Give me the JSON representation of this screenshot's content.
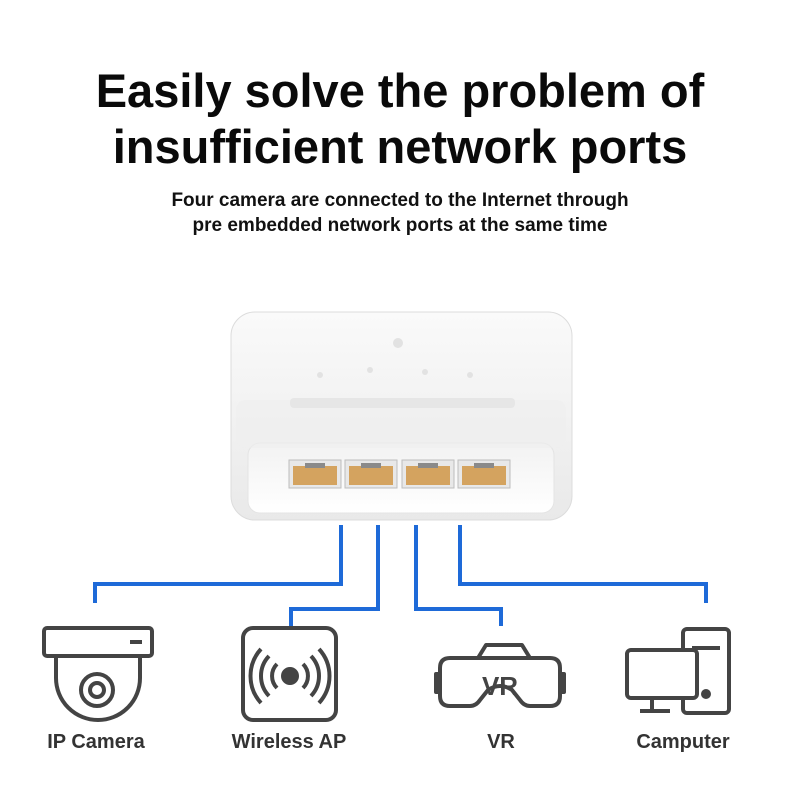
{
  "headline": {
    "line1": "Easily solve the problem of",
    "line2": "insufficient network ports"
  },
  "subtitle": {
    "line1": "Four camera are connected to the Internet through",
    "line2": "pre embedded network ports at the same time"
  },
  "device": {
    "port_count": 4
  },
  "colors": {
    "cable": "#1e6ad8",
    "icon_stroke": "#444444",
    "port": "#d4a35f",
    "device_body": "#f3f3f3"
  },
  "devices": [
    {
      "label": "IP Camera",
      "icon": "ip-camera-icon"
    },
    {
      "label": "Wireless AP",
      "icon": "wireless-ap-icon"
    },
    {
      "label": "VR",
      "icon": "vr-headset-icon",
      "icon_text": "VR"
    },
    {
      "label": "Camputer",
      "icon": "computer-icon"
    }
  ]
}
